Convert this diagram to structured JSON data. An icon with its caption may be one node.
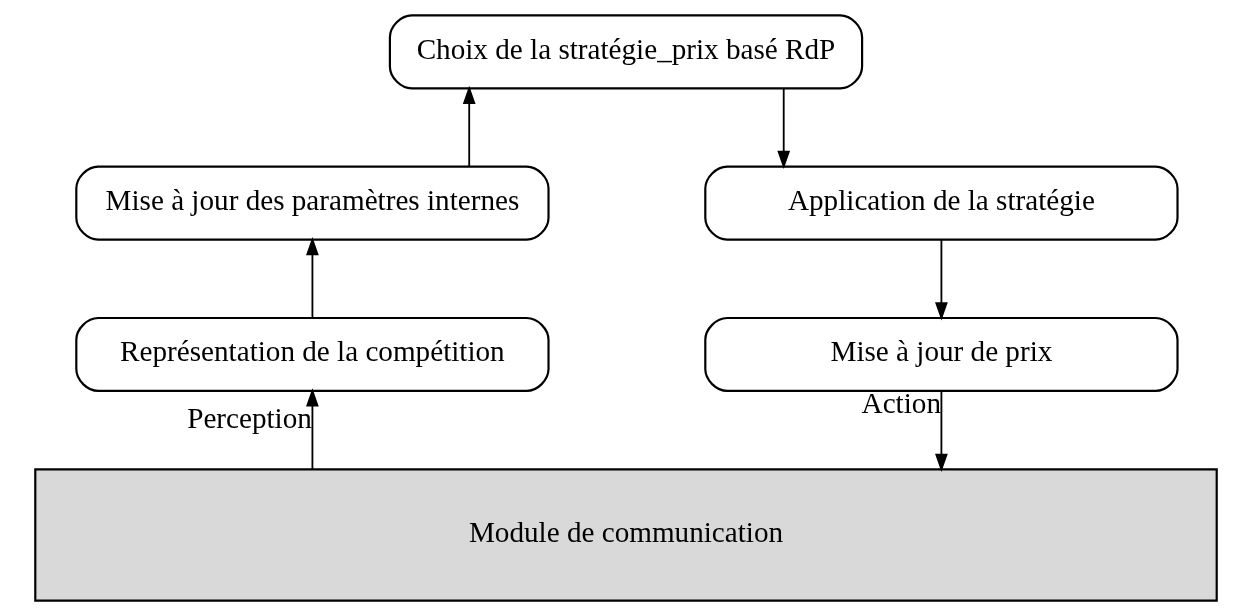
{
  "diagram": {
    "nodes": [
      {
        "text": [
          "Choix de la stratégie_prix basé RdP"
        ]
      },
      {
        "text": [
          "Mise à jour des paramètres internes"
        ]
      },
      {
        "text": [
          "Application de la stratégie"
        ]
      },
      {
        "text": [
          "Représentation de la compétition"
        ]
      },
      {
        "text": [
          "Mise à jour de prix"
        ]
      },
      {
        "text": [
          "Module de communication"
        ]
      }
    ],
    "edges": [
      {
        "from": 5,
        "to": 3,
        "arrow": "to",
        "label": "Perception"
      },
      {
        "from": 3,
        "to": 1,
        "arrow": "to"
      },
      {
        "from": 1,
        "to": 0,
        "arrow": "to"
      },
      {
        "from": 0,
        "to": 2,
        "arrow": "to"
      },
      {
        "from": 2,
        "to": 4,
        "arrow": "to"
      },
      {
        "from": 4,
        "to": 5,
        "arrow": "to",
        "label": "Action"
      }
    ]
  }
}
